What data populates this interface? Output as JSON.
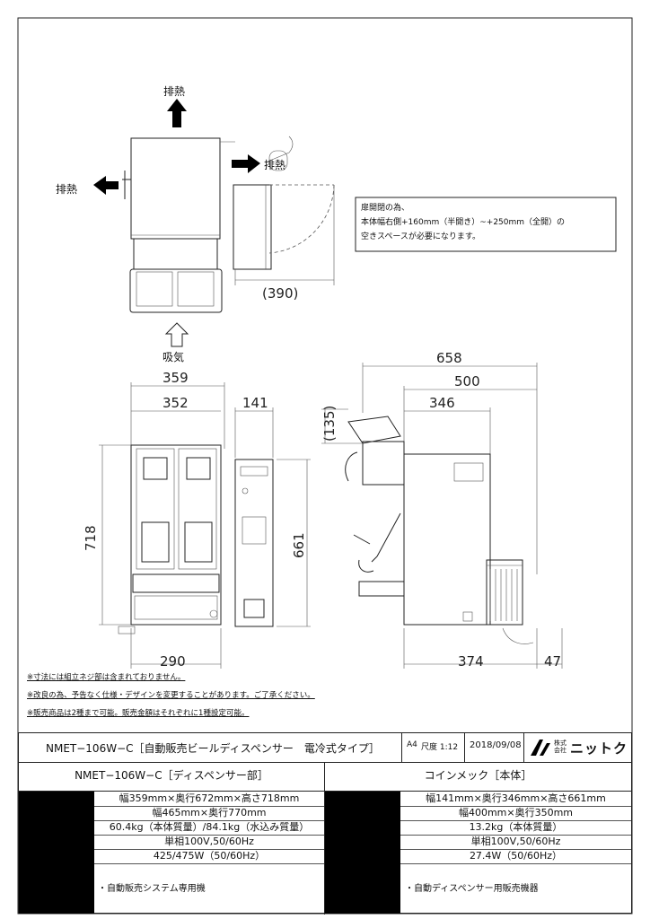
{
  "drawing": {
    "exhaust_top": "排熱",
    "exhaust_left": "排熱",
    "exhaust_right": "排熱",
    "intake": "吸気",
    "door_note": [
      "扉開閉の為、",
      "本体幅右側+160mm（半開き）~+250mm（全開）の",
      "空きスペースが必要になります。"
    ],
    "dims": {
      "d390": "(390)",
      "d359": "359",
      "d352": "352",
      "d141": "141",
      "d718": "718",
      "d661": "661",
      "d290": "290",
      "d658": "658",
      "d500": "500",
      "d346": "346",
      "d135": "(135)",
      "d374": "374",
      "d47": "47"
    }
  },
  "notes": [
    "※寸法には組立ネジ部は含まれておりません。",
    "※改良の為、予告なく仕様・デザインを変更することがあります。ご了承ください。",
    "※販売商品は2種まで可能。販売金額はそれぞれに1種設定可能。"
  ],
  "title_block": {
    "model_title": "NMET−106W−C［自動販売ビールディスペンサー　電冷式タイプ］",
    "paper": "A4",
    "scale": "尺度 1:12",
    "date": "2018/09/08",
    "company_prefix": "株式会社",
    "company": "ニットク"
  },
  "dispenser": {
    "heading": "NMET−106W−C［ディスペンサー部］",
    "specs": [
      "幅359mm×奥行672mm×高さ718mm",
      "幅465mm×奥行770mm",
      "60.4kg（本体質量）/84.1kg（水込み質量）",
      "単相100V,50/60Hz",
      "425/475W（50/60Hz）"
    ],
    "footnote": "・自動販売システム専用機"
  },
  "coinmech": {
    "heading": "コインメック［本体］",
    "specs": [
      "幅141mm×奥行346mm×高さ661mm",
      "幅400mm×奥行350mm",
      "13.2kg（本体質量）",
      "単相100V,50/60Hz",
      "27.4W（50/60Hz）"
    ],
    "footnote": "・自動ディスペンサー用販売機器"
  }
}
